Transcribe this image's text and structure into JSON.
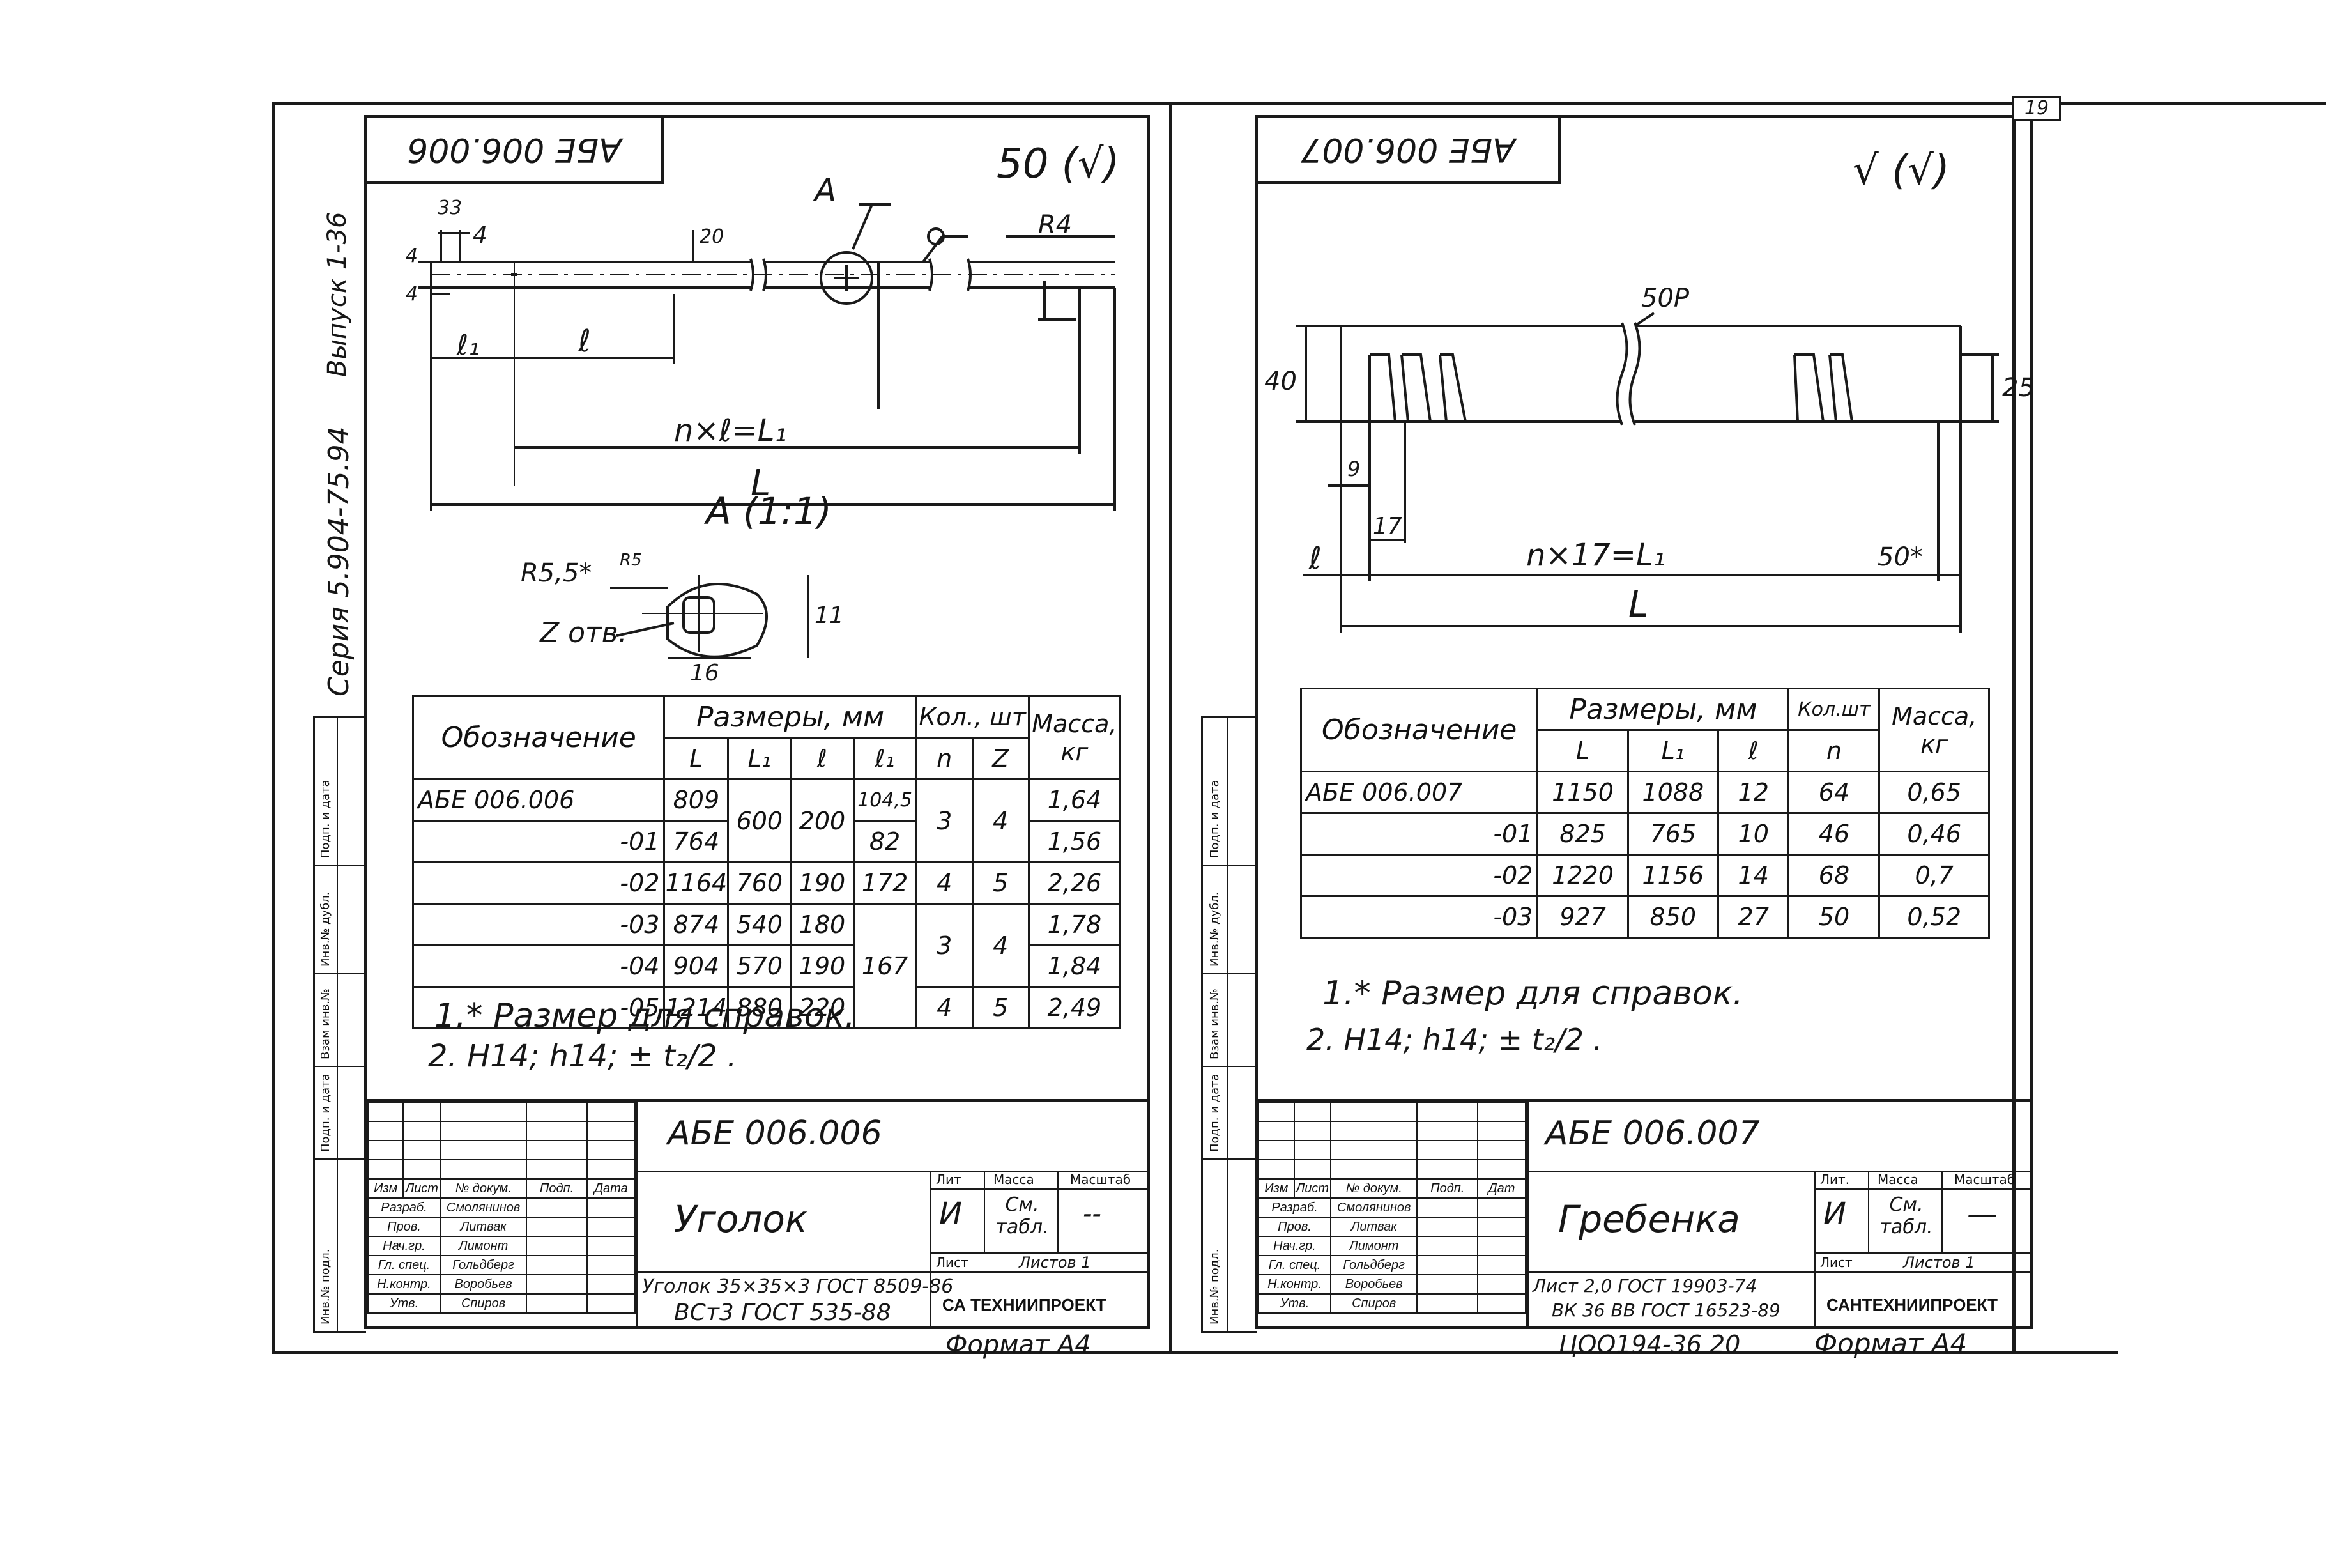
{
  "sheet_number": "19",
  "series_text": "Серия 5.904-75.94",
  "issue_text": "Выпуск 1-36",
  "side_labels": [
    "Инв.№ подл.",
    "Подп. и дата",
    "Взам инв.№",
    "Инв.№ дубл.",
    "Подп. и дата"
  ],
  "left": {
    "top_code": "АБЕ 006.006",
    "roughness": "50 (√)",
    "section_label": "A",
    "detail_label": "A (1:1)",
    "dims": {
      "d33": "33",
      "d4a": "4",
      "d4b": "4",
      "d4c": "4",
      "d20": "20",
      "r4": "R4",
      "l1": "ℓ₁",
      "l": "ℓ",
      "nl": "n×ℓ=L₁",
      "L": "L",
      "r55": "R5,5*",
      "r5": "R5",
      "holes": "Z отв.",
      "d16": "16",
      "d11": "11"
    },
    "table": {
      "headers": [
        "Обозначение",
        "Размеры, мм",
        "Кол., шт",
        "Масса, кг"
      ],
      "subheaders": [
        "L",
        "L₁",
        "ℓ",
        "ℓ₁",
        "n",
        "Z"
      ],
      "rows": [
        {
          "code": "АБЕ 006.006",
          "L": "809",
          "L1": "600",
          "l": "200",
          "l1": "104,5",
          "n": "3",
          "Z": "4",
          "mass": "1,64"
        },
        {
          "code": "-01",
          "L": "764",
          "L1": "",
          "l": "",
          "l1": "82",
          "n": "",
          "Z": "",
          "mass": "1,56"
        },
        {
          "code": "-02",
          "L": "1164",
          "L1": "760",
          "l": "190",
          "l1": "172",
          "n": "4",
          "Z": "5",
          "mass": "2,26"
        },
        {
          "code": "-03",
          "L": "874",
          "L1": "540",
          "l": "180",
          "l1": "",
          "n": "",
          "Z": "",
          "mass": "1,78"
        },
        {
          "code": "-04",
          "L": "904",
          "L1": "570",
          "l": "190",
          "l1": "167",
          "n": "3",
          "Z": "4",
          "mass": "1,84"
        },
        {
          "code": "-05",
          "L": "1214",
          "L1": "880",
          "l": "220",
          "l1": "",
          "n": "4",
          "Z": "5",
          "mass": "2,49"
        }
      ]
    },
    "notes": [
      "1.* Размер для справок.",
      "2. H14; h14; ± t₂/2 ."
    ],
    "stamp": {
      "doc_code": "АБЕ 006.006",
      "title": "Уголок",
      "material_line1": "Уголок 35×35×3 ГОСТ 8509-86",
      "material_line2": "ВСт3 ГОСТ 535-88",
      "lit": "И",
      "mass": "См. табл.",
      "scale": "--",
      "sheet": "Лист",
      "sheets": "Листов 1",
      "org": "СА ТЕХНИИПРОЕКТ",
      "col_heads": [
        "Изм",
        "Лист",
        "№ докум.",
        "Подп.",
        "Дата"
      ],
      "lit_heads": [
        "Лит",
        "Масса",
        "Масштаб"
      ],
      "roles": [
        "Разраб.",
        "Пров.",
        "Нач.гр.",
        "Гл. спец.",
        "Н.контр.",
        "Утв."
      ],
      "names": [
        "Смолянинов",
        "Литвак",
        "Лимонт",
        "Гольдберг",
        "Воробьев",
        "Спиров"
      ],
      "format": "Формат А4"
    }
  },
  "right": {
    "top_code": "АБЕ 006.007",
    "roughness": "√ (√)",
    "dims": {
      "d50p": "50P",
      "d40": "40",
      "d25": "25",
      "d9": "9",
      "d17": "17",
      "l": "ℓ",
      "n17": "n×17=L₁",
      "d50s": "50*",
      "L": "L"
    },
    "table": {
      "headers": [
        "Обозначение",
        "Размеры, мм",
        "Кол.шт",
        "Масса, кг"
      ],
      "subheaders": [
        "L",
        "L₁",
        "ℓ",
        "n"
      ],
      "rows": [
        {
          "code": "АБЕ 006.007",
          "L": "1150",
          "L1": "1088",
          "l": "12",
          "n": "64",
          "mass": "0,65"
        },
        {
          "code": "-01",
          "L": "825",
          "L1": "765",
          "l": "10",
          "n": "46",
          "mass": "0,46"
        },
        {
          "code": "-02",
          "L": "1220",
          "L1": "1156",
          "l": "14",
          "n": "68",
          "mass": "0,7"
        },
        {
          "code": "-03",
          "L": "927",
          "L1": "850",
          "l": "27",
          "n": "50",
          "mass": "0,52"
        }
      ]
    },
    "notes": [
      "1.* Размер для справок.",
      "2. H14; h14; ± t₂/2 ."
    ],
    "stamp": {
      "doc_code": "АБЕ 006.007",
      "title": "Гребенка",
      "material_line1": "Лист 2,0 ГОСТ 19903-74",
      "material_line2": "ВК 36 ВВ ГОСТ 16523-89",
      "lit": "И",
      "mass": "См. табл.",
      "scale": "—",
      "sheet": "Лист",
      "sheets": "Листов 1",
      "org": "САНТЕХНИИПРОЕКТ",
      "col_heads": [
        "Изм",
        "Лист",
        "№ докум.",
        "Подп.",
        "Дат"
      ],
      "lit_heads": [
        "Лит.",
        "Масса",
        "Масштаб"
      ],
      "roles": [
        "Разраб.",
        "Пров.",
        "Нач.гр.",
        "Гл. спец.",
        "Н.контр.",
        "Утв."
      ],
      "names": [
        "Смолянинов",
        "Литвак",
        "Лимонт",
        "Гольдберг",
        "Воробьев",
        "Спиров"
      ],
      "format": "Формат А4",
      "bottom_code": "ЦОО194-36   20"
    }
  }
}
